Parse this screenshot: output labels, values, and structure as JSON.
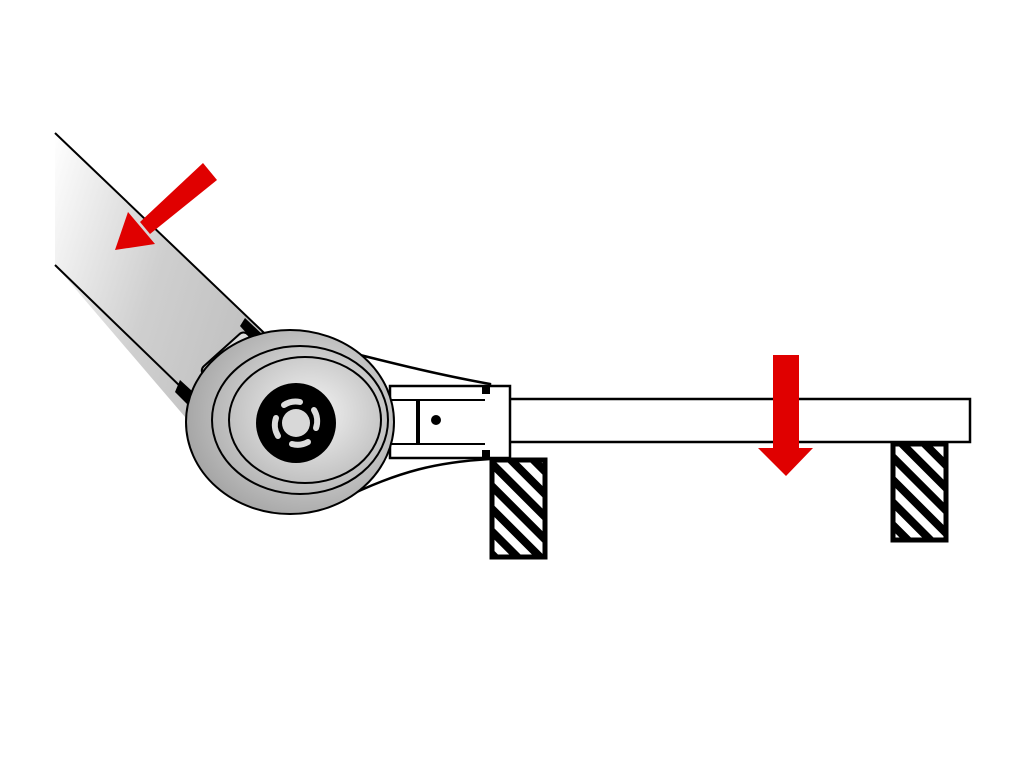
{
  "diagram": {
    "colors": {
      "force_arrow": "#e00000",
      "outline": "#000000",
      "metal_light": "#f2f2f2",
      "metal_dark": "#a8a8a8",
      "background": "#ffffff"
    },
    "icons": [
      "ratchet-wrench",
      "force-arrow-diagonal",
      "force-arrow-down",
      "hatched-support"
    ]
  }
}
